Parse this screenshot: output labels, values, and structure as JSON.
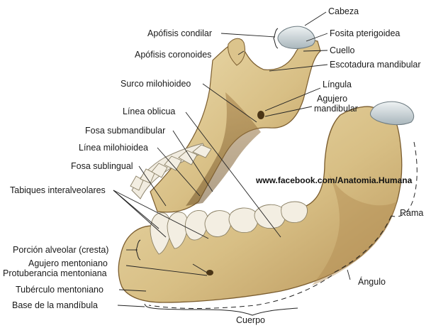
{
  "labels": {
    "cabeza": "Cabeza",
    "apofisis_condilar": "Apófisis condilar",
    "fosita_pterigoidea": "Fosita pterigoidea",
    "apofisis_coronoides": "Apófisis coronoides",
    "cuello": "Cuello",
    "escotadura_mandibular": "Escotadura mandibular",
    "surco_milohioideo": "Surco milohioideo",
    "lingula": "Língula",
    "agujero_mandibular_1": "Agujero",
    "agujero_mandibular_2": "mandibular",
    "linea_oblicua": "Línea oblicua",
    "fosa_submandibular": "Fosa submandibular",
    "linea_milohioidea": "Línea milohioidea",
    "fosa_sublingual": "Fosa sublingual",
    "tabiques_interalveolares": "Tabiques interalveolares",
    "porcion_alveolar": "Porción alveolar (cresta)",
    "agujero_mentoniano": "Agujero mentoniano",
    "protuberancia_mentoniana": "Protuberancia mentoniana",
    "tuberculo_mentoniano": "Tubérculo mentoniano",
    "base_mandibula": "Base de la mandíbula",
    "rama": "Rama",
    "angulo": "Ángulo",
    "cuerpo": "Cuerpo"
  },
  "watermark": "www.facebook.com/Anatomia.Humana",
  "colors": {
    "bone_light": "#e3cf9c",
    "bone_mid": "#c9a868",
    "bone_dark": "#8a6a37",
    "cartilage": "#c9d3d8",
    "tooth": "#f1ece0",
    "leader": "#222222"
  }
}
